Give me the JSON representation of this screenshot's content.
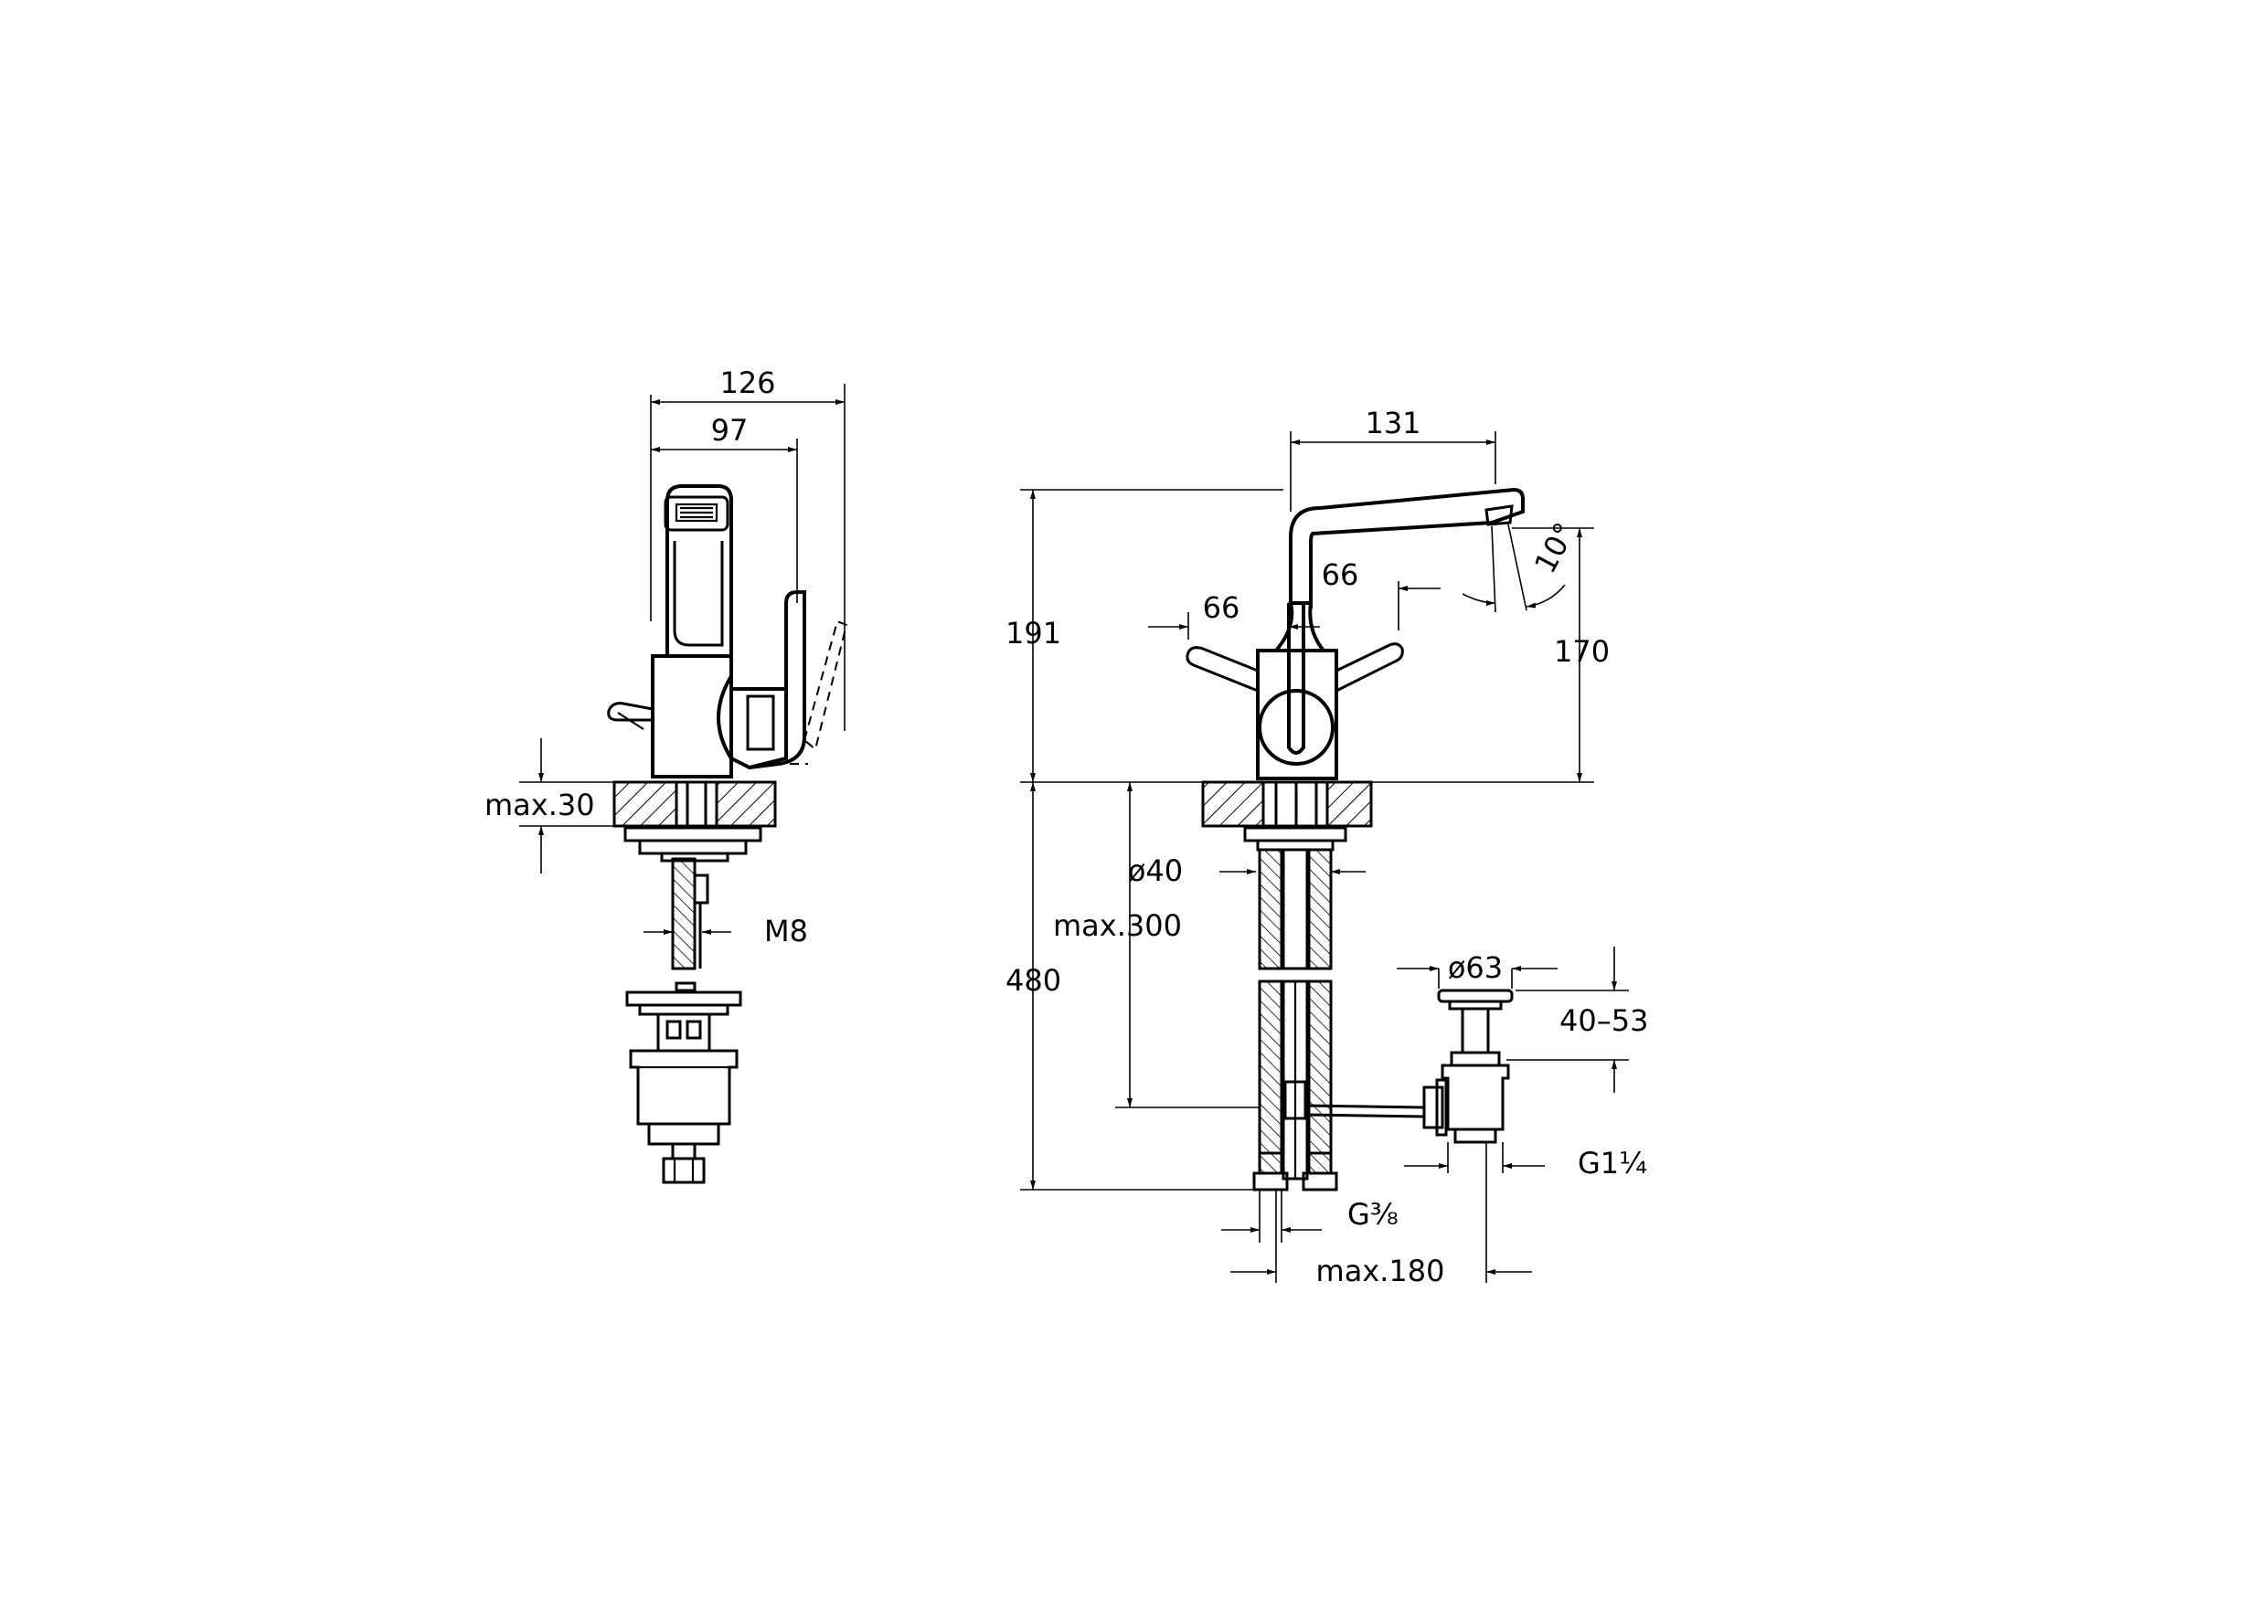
{
  "side_view": {
    "dim_width_total": "126",
    "dim_width_inner": "97",
    "dim_countertop_max": "max.30",
    "dim_rod_thread": "M8"
  },
  "front_view": {
    "dim_spout_reach": "131",
    "dim_lever_left": "66",
    "dim_lever_right": "66",
    "dim_spout_angle": "10°",
    "dim_total_height": "191",
    "dim_outlet_height": "170",
    "dim_hole_diameter": "ø40",
    "dim_hose_max": "max.300",
    "dim_hose_total": "480",
    "dim_waste_diameter": "ø63",
    "dim_waste_range": "40–53",
    "dim_waste_thread": "G1¼",
    "dim_inlet_thread": "G⅜",
    "dim_waste_offset_max": "max.180"
  }
}
